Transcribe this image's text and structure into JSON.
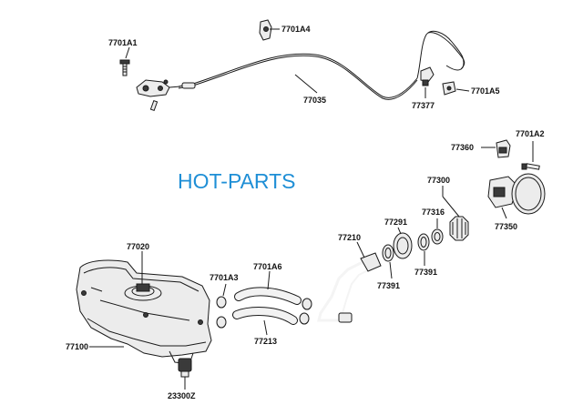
{
  "watermark": {
    "text": "HOT-PARTS",
    "color": "#1f8fd6"
  },
  "labels": {
    "p7701A1": "7701A1",
    "p7701A4": "7701A4",
    "p77035": "77035",
    "p77377": "77377",
    "p7701A5": "7701A5",
    "p77360": "77360",
    "p7701A2": "7701A2",
    "p77300": "77300",
    "p77316": "77316",
    "p77291": "77291",
    "p77350": "77350",
    "p77210": "77210",
    "p77020": "77020",
    "p7701A3": "7701A3",
    "p7701A6": "7701A6",
    "p77391a": "77391",
    "p77391b": "77391",
    "p77213": "77213",
    "p77100": "77100",
    "p23300Z": "23300Z"
  }
}
